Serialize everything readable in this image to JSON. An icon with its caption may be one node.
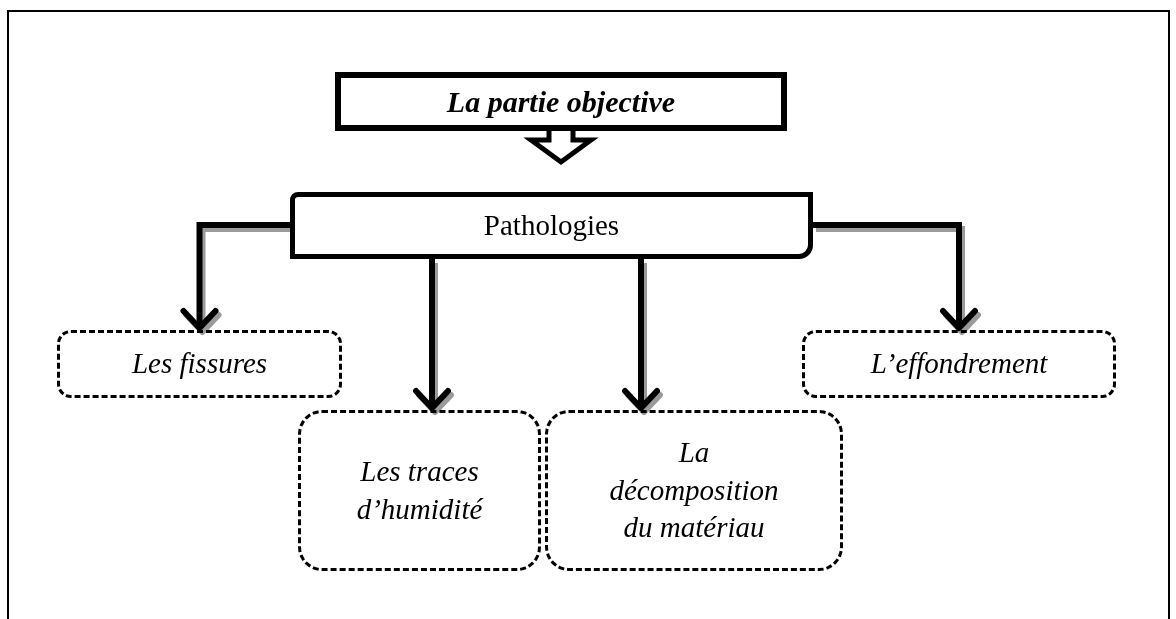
{
  "diagram": {
    "nodes": [
      {
        "text": [
          "La partie objective"
        ]
      },
      {
        "text": [
          "Pathologies"
        ]
      },
      {
        "text": [
          "Les fissures"
        ]
      },
      {
        "text": [
          "Les traces d’humidité"
        ]
      },
      {
        "text": [
          "La décomposition du matériau"
        ]
      },
      {
        "text": [
          "L’effondrement"
        ]
      }
    ],
    "edges": [
      {
        "from": 0,
        "to": 1,
        "arrow": "to"
      },
      {
        "from": 1,
        "to": 2,
        "arrow": "to"
      },
      {
        "from": 1,
        "to": 3,
        "arrow": "to"
      },
      {
        "from": 1,
        "to": 4,
        "arrow": "to"
      },
      {
        "from": 1,
        "to": 5,
        "arrow": "to"
      }
    ]
  }
}
